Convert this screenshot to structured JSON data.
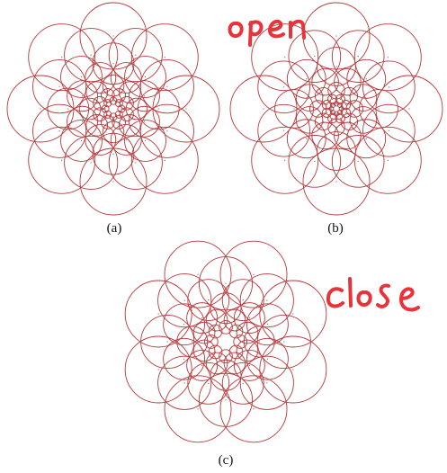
{
  "colors": {
    "circle_stroke": "#b8383b",
    "dot": "#6b6b6b",
    "annotation_ink": "#e8333a",
    "caption_text": "#111111"
  },
  "panels": [
    {
      "id": "a",
      "caption": "(a)",
      "rings": [
        {
          "count": 8,
          "rotation_deg": 0,
          "radius_scale": 1.0
        },
        {
          "count": 8,
          "rotation_deg": 22.5,
          "radius_scale": 0.8
        },
        {
          "count": 8,
          "rotation_deg": 0,
          "radius_scale": 0.62
        },
        {
          "count": 8,
          "rotation_deg": 22.5,
          "radius_scale": 0.46
        },
        {
          "count": 8,
          "rotation_deg": 0,
          "radius_scale": 0.32
        },
        {
          "count": 8,
          "rotation_deg": 22.5,
          "radius_scale": 0.2
        },
        {
          "count": 8,
          "rotation_deg": 0,
          "radius_scale": 0.11
        }
      ]
    },
    {
      "id": "b",
      "caption": "(b)",
      "rings": [
        {
          "count": 8,
          "rotation_deg": 0,
          "radius_scale": 1.0
        },
        {
          "count": 8,
          "rotation_deg": 22.5,
          "radius_scale": 0.78
        },
        {
          "count": 8,
          "rotation_deg": 0,
          "radius_scale": 0.58
        },
        {
          "count": 8,
          "rotation_deg": 22.5,
          "radius_scale": 0.4
        },
        {
          "count": 8,
          "rotation_deg": 0,
          "radius_scale": 0.25
        },
        {
          "count": 8,
          "rotation_deg": 22.5,
          "radius_scale": 0.14
        },
        {
          "count": 8,
          "rotation_deg": 0,
          "radius_scale": 0.07
        }
      ]
    },
    {
      "id": "c",
      "caption": "(c)",
      "rings": [
        {
          "count": 8,
          "rotation_deg": 22.5,
          "radius_scale": 1.0
        },
        {
          "count": 8,
          "rotation_deg": 0,
          "radius_scale": 0.8
        },
        {
          "count": 8,
          "rotation_deg": 22.5,
          "radius_scale": 0.62
        },
        {
          "count": 8,
          "rotation_deg": 0,
          "radius_scale": 0.46
        },
        {
          "count": 8,
          "rotation_deg": 22.5,
          "radius_scale": 0.32
        },
        {
          "count": 8,
          "rotation_deg": 0,
          "radius_scale": 0.2
        }
      ]
    }
  ],
  "annotations": {
    "open": "open",
    "close": "close"
  }
}
